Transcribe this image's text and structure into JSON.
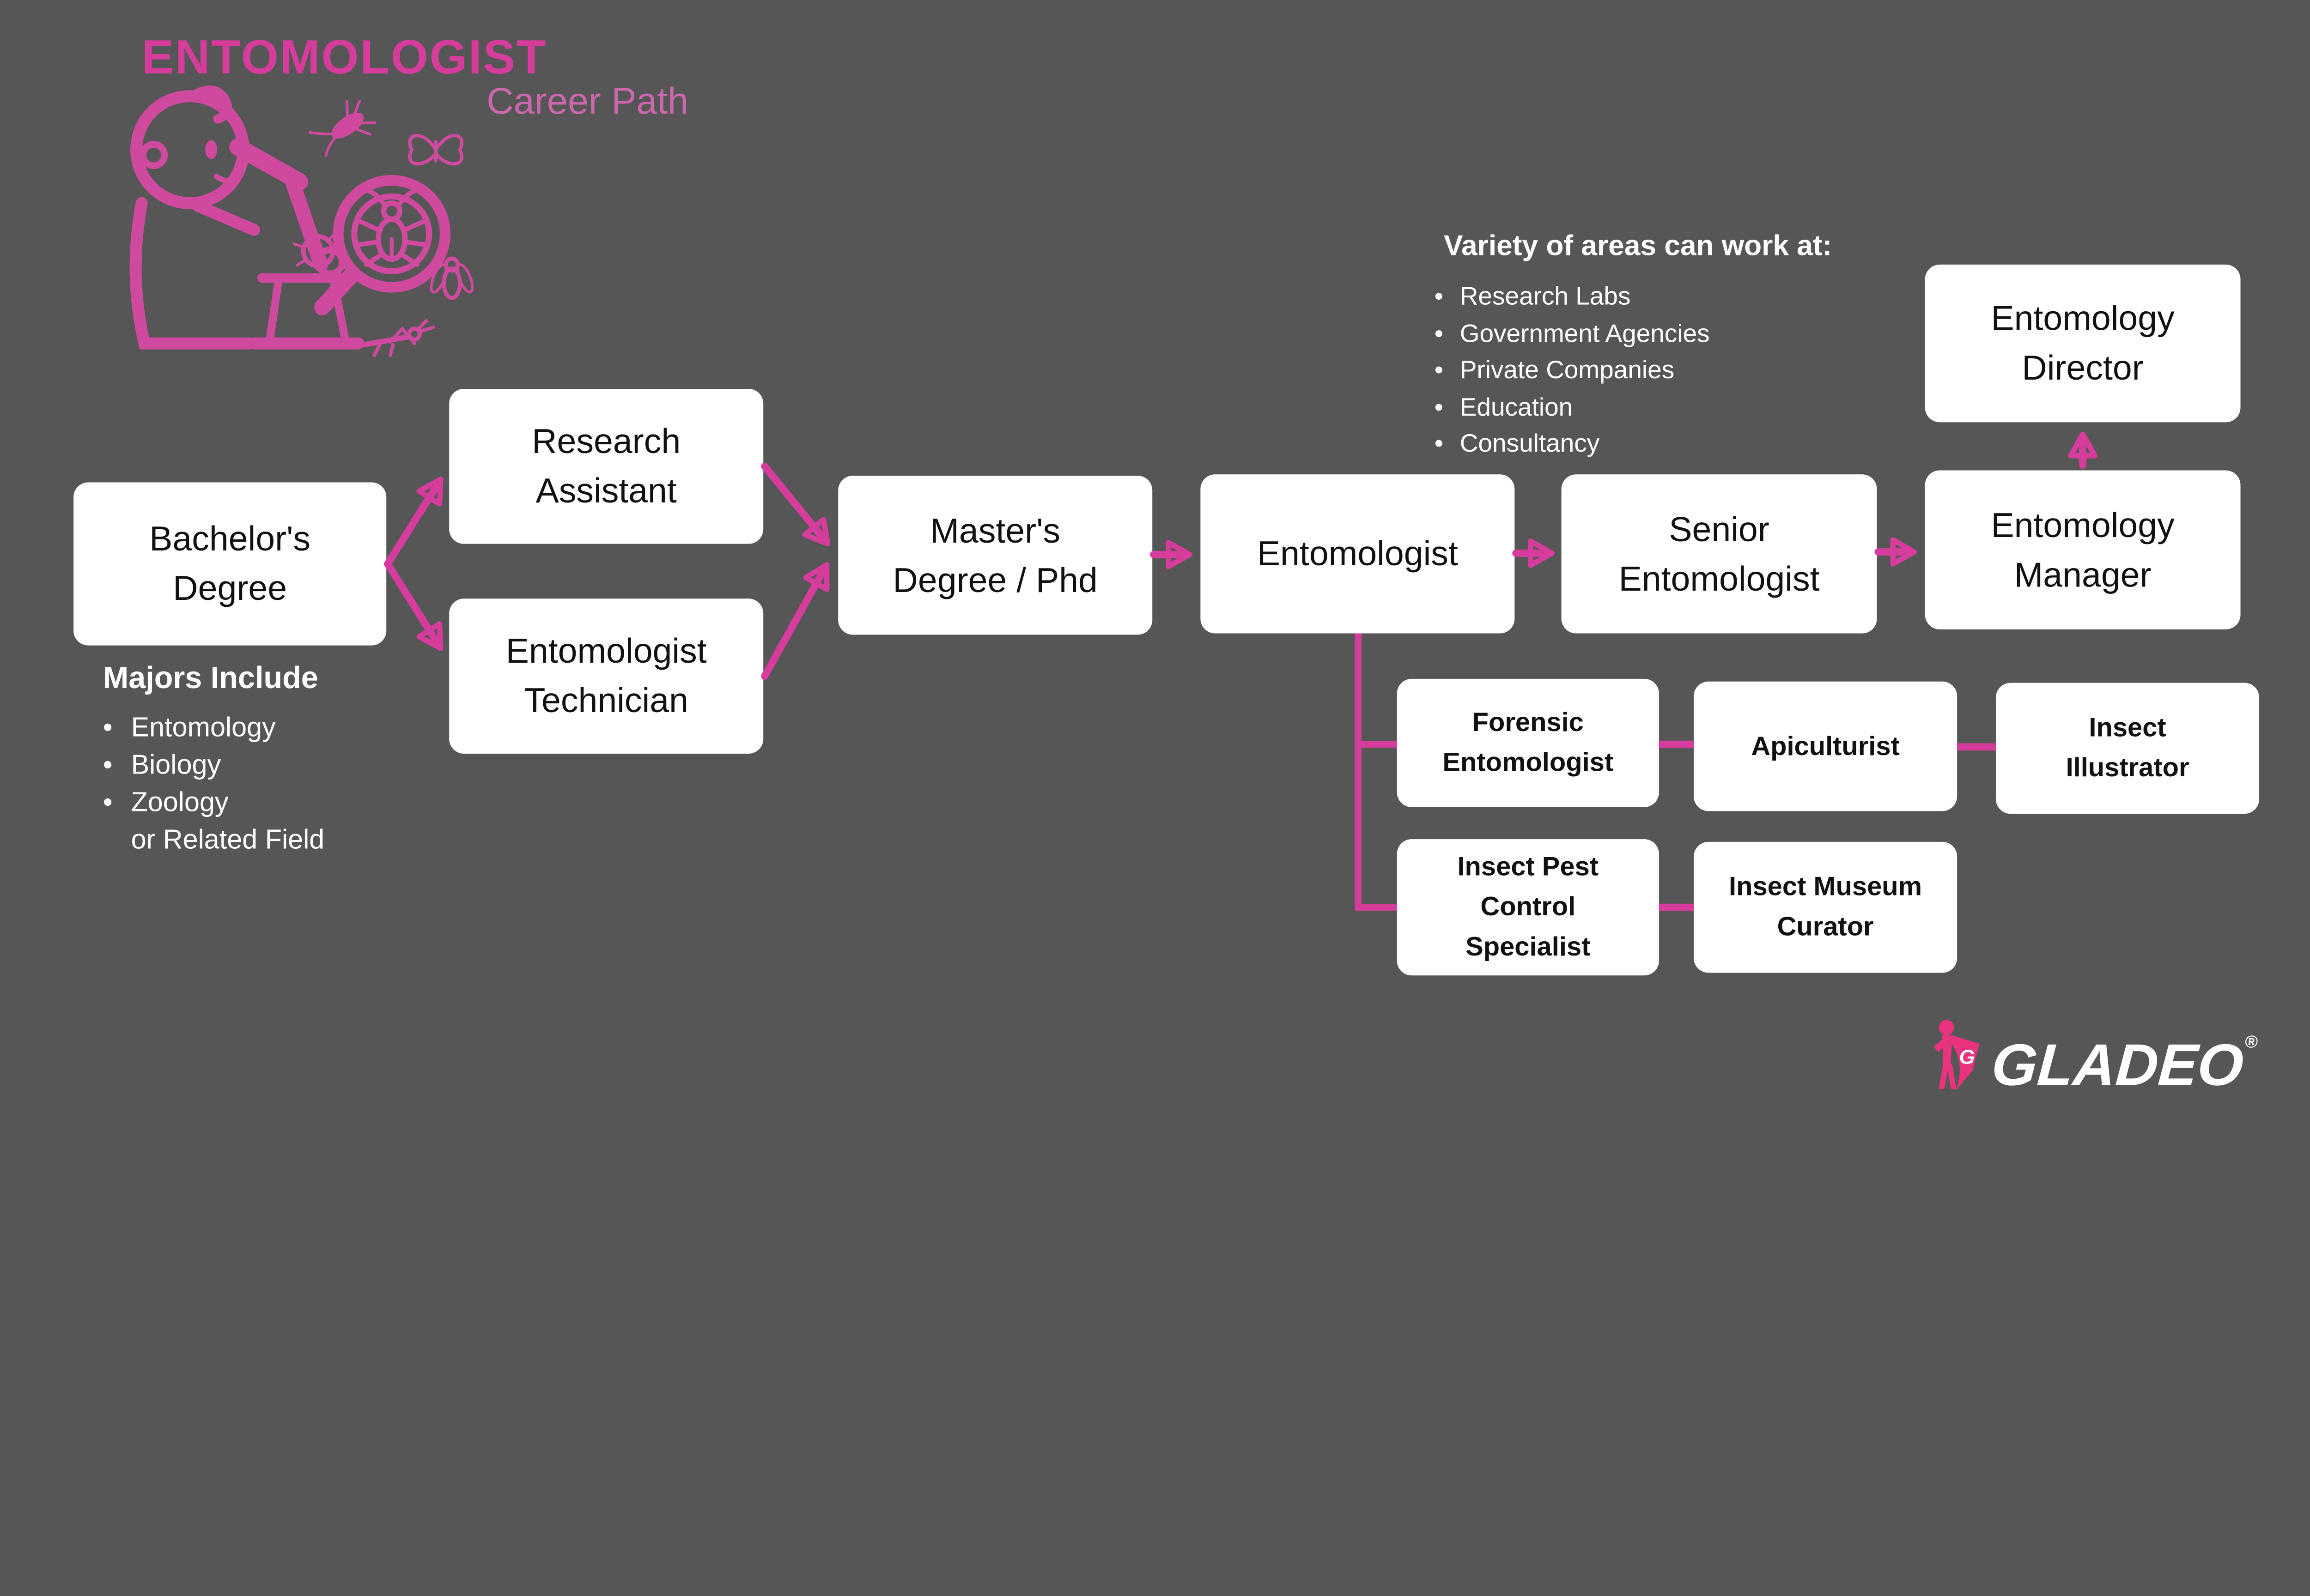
{
  "colors": {
    "background": "#565656",
    "pink": "#D63C9B",
    "subtitle_pink": "#CC67AD",
    "logo_pink": "#E9337F",
    "box_background": "#FFFFFF",
    "box_text": "#111111",
    "text_white": "#FFFFFF"
  },
  "header": {
    "title": "ENTOMOLOGIST",
    "subtitle": "Career Path"
  },
  "icons": {
    "illustration": "entomologist-microscope-magnifier-insects-illustration",
    "logo_figure": "gladeo-superhero-icon"
  },
  "majors": {
    "heading": "Majors Include",
    "bullet": "•",
    "items": [
      "Entomology",
      "Biology",
      "Zoology"
    ],
    "suffix": "or Related Field"
  },
  "areas": {
    "heading": "Variety of areas can work at:",
    "bullet": "•",
    "items": [
      "Research Labs",
      "Government Agencies",
      "Private Companies",
      "Education",
      "Consultancy"
    ]
  },
  "boxes": {
    "bachelors": {
      "lines": [
        "Bachelor's",
        "Degree"
      ]
    },
    "research_assistant": {
      "lines": [
        "Research",
        "Assistant"
      ]
    },
    "entomologist_technician": {
      "lines": [
        "Entomologist",
        "Technician"
      ]
    },
    "masters": {
      "lines": [
        "Master's",
        "Degree / Phd"
      ]
    },
    "entomologist": {
      "lines": [
        "Entomologist"
      ]
    },
    "senior_entomologist": {
      "lines": [
        "Senior",
        "Entomologist"
      ]
    },
    "entomology_manager": {
      "lines": [
        "Entomology",
        "Manager"
      ]
    },
    "entomology_director": {
      "lines": [
        "Entomology",
        "Director"
      ]
    },
    "forensic_entomologist": {
      "lines": [
        "Forensic",
        "Entomologist"
      ]
    },
    "apiculturist": {
      "lines": [
        "Apiculturist"
      ]
    },
    "insect_illustrator": {
      "lines": [
        "Insect",
        "Illustrator"
      ]
    },
    "insect_pest_control_specialist": {
      "lines": [
        "Insect Pest",
        "Control",
        "Specialist"
      ]
    },
    "insect_museum_curator": {
      "lines": [
        "Insect Museum",
        "Curator"
      ]
    }
  },
  "logo": {
    "brand": "GLADEO",
    "registered": "®",
    "monogram": "G"
  }
}
